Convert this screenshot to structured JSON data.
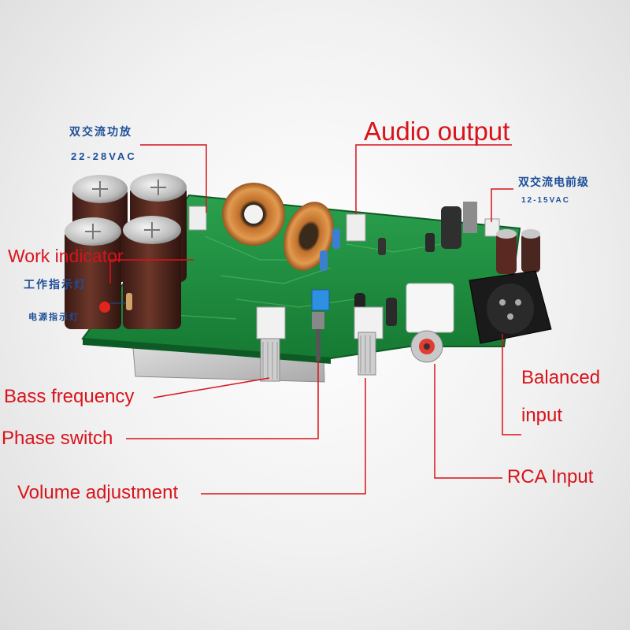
{
  "labels": {
    "dual_ac_amp": "双交流功放",
    "amp_voltage": "22-28VAC",
    "audio_output": "Audio output",
    "dual_ac_preamp": "双交流电前级",
    "preamp_voltage": "12-15VAC",
    "work_indicator_en": "Work indicator",
    "work_indicator_cn": "工作指示灯",
    "power_indicator_cn": "电源指示灯",
    "bass_frequency": "Bass frequency",
    "phase_switch": "Phase switch",
    "volume_adjustment": "Volume adjustment",
    "balanced_input_line1": "Balanced",
    "balanced_input_line2": "input",
    "rca_input": "RCA Input"
  },
  "colors": {
    "annotation_red": "#d8131b",
    "annotation_blue": "#1d4f97",
    "pcb_green": "#1f8a3f",
    "capacitor_brown": "#5b2d22"
  }
}
